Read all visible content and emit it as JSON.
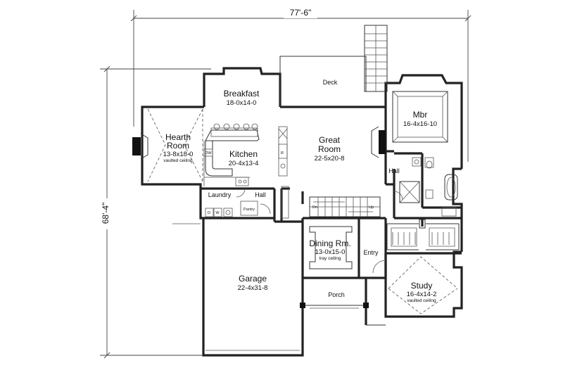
{
  "dimensions": {
    "width": "77'-6\"",
    "depth": "68'-4\""
  },
  "rooms": {
    "breakfast": {
      "name": "Breakfast",
      "size": "18-0x14-0"
    },
    "deck": {
      "name": "Deck"
    },
    "mbr": {
      "name": "Mbr",
      "size": "16-4x16-10"
    },
    "hearth": {
      "name1": "Hearth",
      "name2": "Room",
      "size": "13-8x18-0",
      "note": "vaulted ceiling"
    },
    "kitchen": {
      "name": "Kitchen",
      "size": "20-4x13-4"
    },
    "great": {
      "name1": "Great",
      "name2": "Room",
      "size": "22-5x20-8"
    },
    "hall_master": {
      "name": "Hall"
    },
    "laundry": {
      "name": "Laundry"
    },
    "hall_main": {
      "name": "Hall"
    },
    "pantry": {
      "name": "Pantry"
    },
    "dining": {
      "name": "Dining Rm.",
      "size": "13-0x15-0",
      "note": "tray ceiling"
    },
    "entry": {
      "name": "Entry"
    },
    "garage": {
      "name": "Garage",
      "size": "22-4x31-8"
    },
    "porch": {
      "name": "Porch"
    },
    "study": {
      "name": "Study",
      "size": "16-4x14-2",
      "note": "vaulted ceiling"
    }
  },
  "fixtures": {
    "dw": "DW",
    "refrigerator": "R",
    "dryer": "D",
    "washer": "W",
    "stairs_dn": "Dn",
    "stairs_up": "Up"
  }
}
